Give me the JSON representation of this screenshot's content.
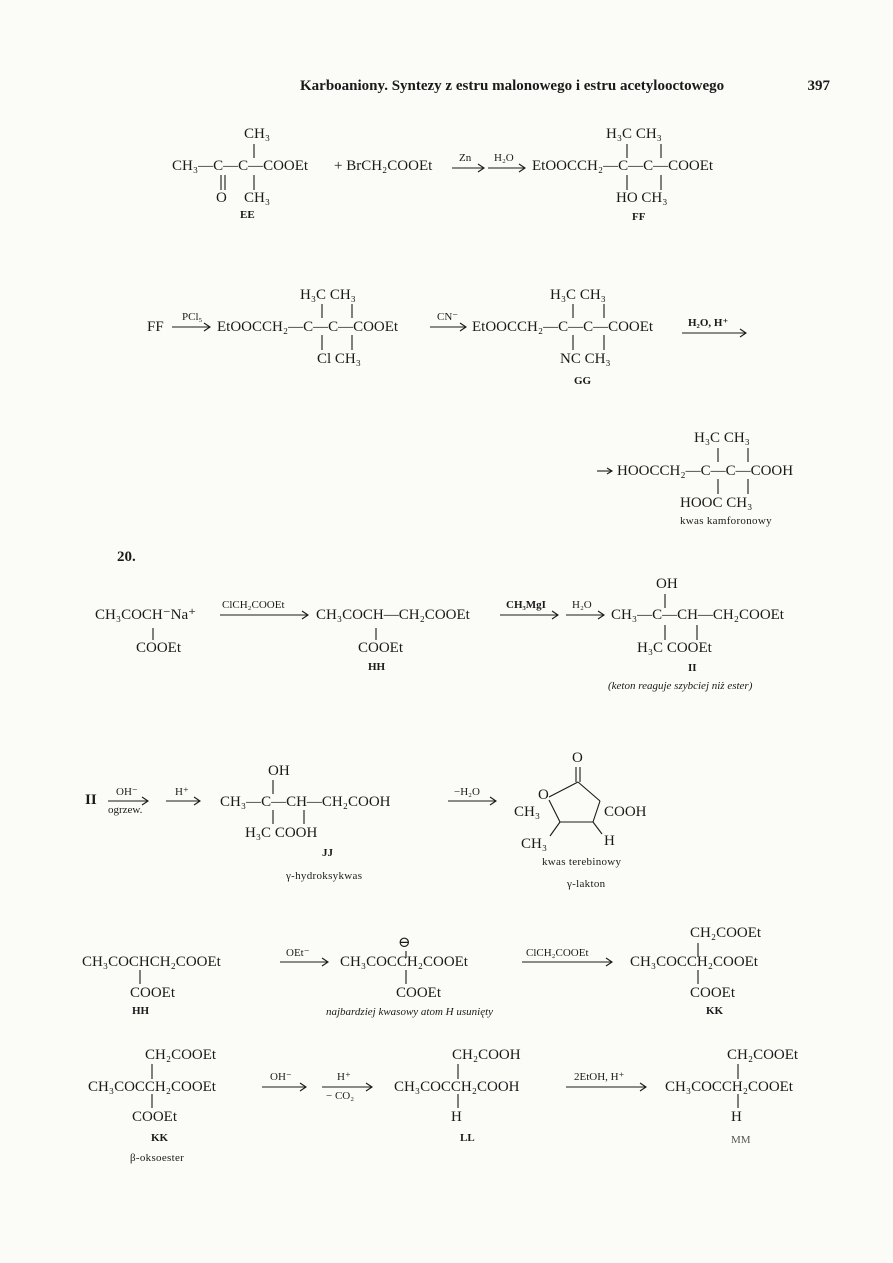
{
  "header": {
    "title": "Karboaniony. Syntezy z estru malonowego i estru acetylooctowego",
    "page_number": "397"
  },
  "s1": {
    "ee_top": "CH₃",
    "ee_main": "CH₃—C—C—COOEt",
    "ee_o": "O",
    "ee_bot": "CH₃",
    "ee_label": "EE",
    "plus": "+ BrCH₂COOEt",
    "arrow1": "Zn",
    "arrow2": "H₂O",
    "ff_top": "H₃C  CH₃",
    "ff_main": "EtOOCCH₂—C—C—COOEt",
    "ff_bot": "HO  CH₃",
    "ff_label": "FF"
  },
  "s2": {
    "ff": "FF",
    "arrow_pcl": "PCl₅",
    "cl_top": "H₃C  CH₃",
    "cl_main": "EtOOCCH₂—C—C—COOEt",
    "cl_bot": "Cl  CH₃",
    "arrow_cn": "CN⁻",
    "gg_top": "H₃C  CH₃",
    "gg_main": "EtOOCCH₂—C—C—COOEt",
    "gg_bot": "NC  CH₃",
    "gg_label": "GG",
    "arrow_h2o": "H₂O, H⁺",
    "acid_top": "H₃C  CH₃",
    "acid_main": "HOOCCH₂—C—C—COOH",
    "acid_bot": "HOOC  CH₃",
    "acid_name": "kwas kamforonowy"
  },
  "s3": {
    "problem_number": "20.",
    "start_main": "CH₃COCH⁻Na⁺",
    "start_bot": "COOEt",
    "arrow_cl": "ClCH₂COOEt",
    "hh_main": "CH₃COCH—CH₂COOEt",
    "hh_bot": "COOEt",
    "hh_label": "HH",
    "arrow_mg": "CH₃MgI",
    "arrow_h2o": "H₂O",
    "ii_top": "OH",
    "ii_main": "CH₃—C—CH—CH₂COOEt",
    "ii_bot": "H₃C  COOEt",
    "ii_label": "II",
    "note": "(keton reaguje szybciej niż ester)"
  },
  "s4": {
    "ii": "II",
    "arrow_oh": "OH⁻",
    "arrow_heat": "ogrzew.",
    "arrow_h": "H⁺",
    "jj_top": "OH",
    "jj_main": "CH₃—C—CH—CH₂COOH",
    "jj_bot": "H₃C  COOH",
    "jj_label": "JJ",
    "jj_name": "γ-hydroksykwas",
    "arrow_water": "−H₂O",
    "lac_o_top": "O",
    "lac_o_ring": "O",
    "lac_ch3a": "CH₃",
    "lac_cooh": "COOH",
    "lac_ch3b": "CH₃",
    "lac_h": "H",
    "lac_name1": "kwas terebinowy",
    "lac_name2": "γ-lakton"
  },
  "s5": {
    "hh_main": "CH₃COCHCH₂COOEt",
    "hh_bot": "COOEt",
    "hh_label": "HH",
    "arrow_oet": "OEt⁻",
    "anion_charge": "⊖",
    "anion_main": "CH₃COCCH₂COOEt",
    "anion_bot": "COOEt",
    "anion_note": "najbardziej kwasowy atom H usunięty",
    "arrow_cl": "ClCH₂COOEt",
    "kk_top": "CH₂COOEt",
    "kk_main": "CH₃COCCH₂COOEt",
    "kk_bot": "COOEt",
    "kk_label": "KK"
  },
  "s6": {
    "kk_top": "CH₂COOEt",
    "kk_main": "CH₃COCCH₂COOEt",
    "kk_bot": "COOEt",
    "kk_label": "KK",
    "kk_name": "β-oksoester",
    "arrow_oh": "OH⁻",
    "arrow_h": "H⁺",
    "arrow_co2": "− CO₂",
    "ll_top": "CH₂COOH",
    "ll_main": "CH₃COCCH₂COOH",
    "ll_bot": "H",
    "ll_label": "LL",
    "arrow_etoh": "2EtOH, H⁺",
    "mm_top": "CH₂COOEt",
    "mm_main": "CH₃COCCH₂COOEt",
    "mm_bot": "H",
    "mm_label": "MM"
  }
}
